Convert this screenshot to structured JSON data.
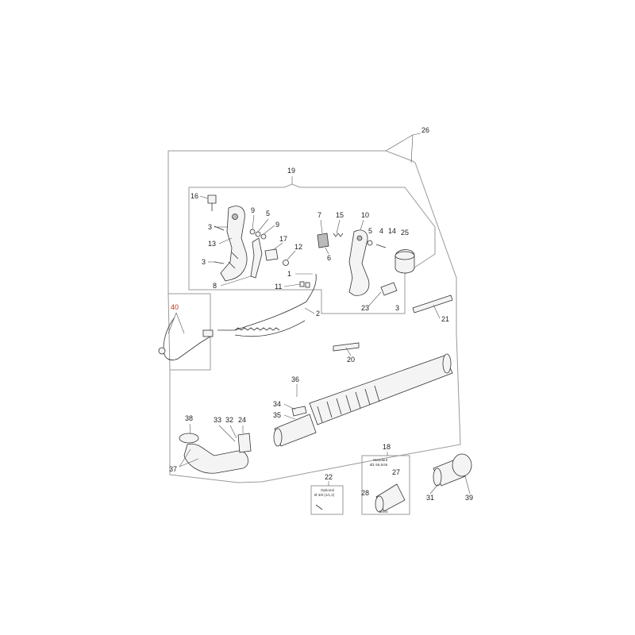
{
  "callouts": [
    {
      "id": "c26",
      "text": "26"
    },
    {
      "id": "c19",
      "text": "19"
    },
    {
      "id": "c16",
      "text": "16"
    },
    {
      "id": "c3a",
      "text": "3"
    },
    {
      "id": "c13",
      "text": "13"
    },
    {
      "id": "c3b",
      "text": "3"
    },
    {
      "id": "c8",
      "text": "8"
    },
    {
      "id": "c9a",
      "text": "9"
    },
    {
      "id": "c5a",
      "text": "5"
    },
    {
      "id": "c9b",
      "text": "9"
    },
    {
      "id": "c17",
      "text": "17"
    },
    {
      "id": "c12",
      "text": "12"
    },
    {
      "id": "c7",
      "text": "7"
    },
    {
      "id": "c15",
      "text": "15"
    },
    {
      "id": "c10",
      "text": "10"
    },
    {
      "id": "c6",
      "text": "6"
    },
    {
      "id": "c5b",
      "text": "5"
    },
    {
      "id": "c4",
      "text": "4"
    },
    {
      "id": "c14",
      "text": "14"
    },
    {
      "id": "c25",
      "text": "25"
    },
    {
      "id": "c1",
      "text": "1"
    },
    {
      "id": "c11",
      "text": "11"
    },
    {
      "id": "c2",
      "text": "2"
    },
    {
      "id": "c23",
      "text": "23"
    },
    {
      "id": "c3c",
      "text": "3"
    },
    {
      "id": "c21",
      "text": "21"
    },
    {
      "id": "c40",
      "text": "40"
    },
    {
      "id": "c20",
      "text": "20"
    },
    {
      "id": "c36",
      "text": "36"
    },
    {
      "id": "c34",
      "text": "34"
    },
    {
      "id": "c35",
      "text": "35"
    },
    {
      "id": "c38",
      "text": "38"
    },
    {
      "id": "c33",
      "text": "33"
    },
    {
      "id": "c32",
      "text": "32"
    },
    {
      "id": "c24",
      "text": "24"
    },
    {
      "id": "c37",
      "text": "37"
    },
    {
      "id": "c18",
      "text": "18"
    },
    {
      "id": "c22",
      "text": "22"
    },
    {
      "id": "c27",
      "text": "27"
    },
    {
      "id": "c28",
      "text": "28"
    },
    {
      "id": "c31",
      "text": "31"
    },
    {
      "id": "c39",
      "text": "39"
    }
  ],
  "notes": {
    "standard_title": "Standard",
    "standard_sub": "Ø1 55,5/45",
    "optional_title": "Optional",
    "optional_sub": "Ø 3/8 (1/1,2)",
    "extra_label": "Extra"
  },
  "colors": {
    "frame": "#9a9a9a",
    "ink": "#333333",
    "highlight_label": "#b03a1a"
  }
}
